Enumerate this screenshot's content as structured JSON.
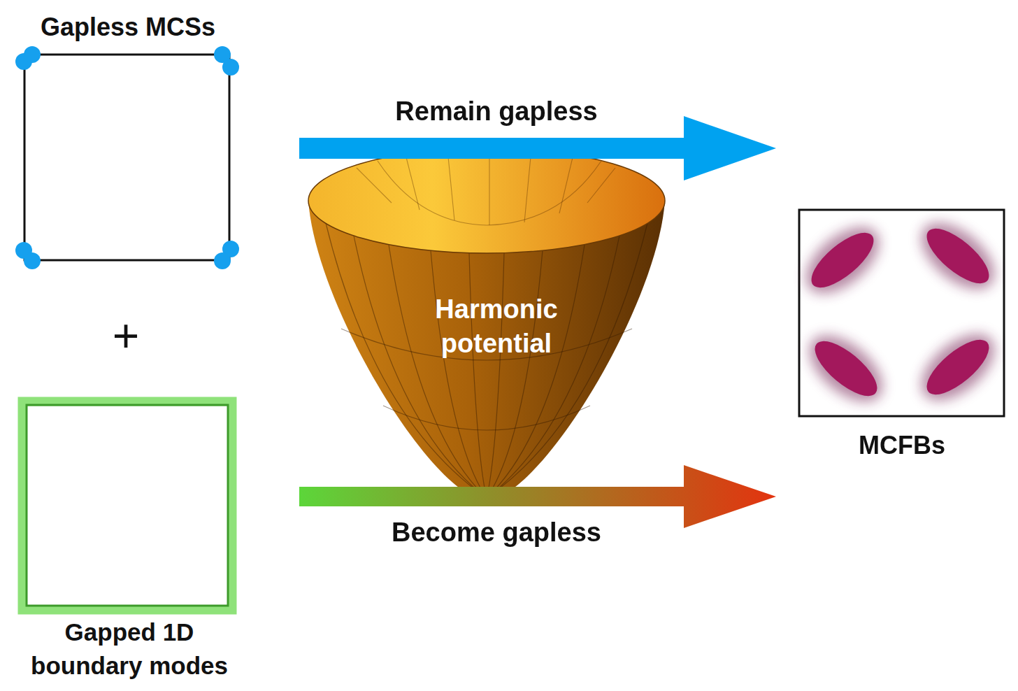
{
  "diagram": {
    "nodes": [
      {
        "text": [
          "Gapless MCSs"
        ]
      },
      {
        "text": [
          "Gapped 1D boundary modes"
        ]
      },
      {
        "text": [
          "Harmonic potential"
        ]
      },
      {
        "text": [
          "MCFBs"
        ]
      }
    ],
    "edges": [
      {
        "from": 0,
        "to": 3,
        "arrow": "to",
        "label": "Remain gapless"
      },
      {
        "from": 1,
        "to": 3,
        "arrow": "to",
        "label": "Become gapless"
      }
    ],
    "labels": [
      "+"
    ]
  }
}
